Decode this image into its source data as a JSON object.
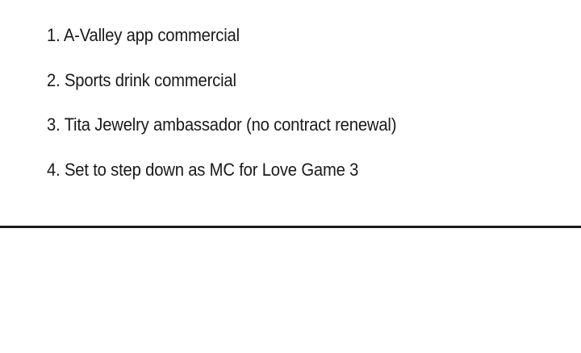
{
  "list": {
    "items": [
      "1. A-Valley app commercial",
      "2. Sports drink commercial",
      "3. Tita Jewelry ambassador (no contract renewal)",
      "4. Set to step down as MC for Love Game 3"
    ]
  }
}
